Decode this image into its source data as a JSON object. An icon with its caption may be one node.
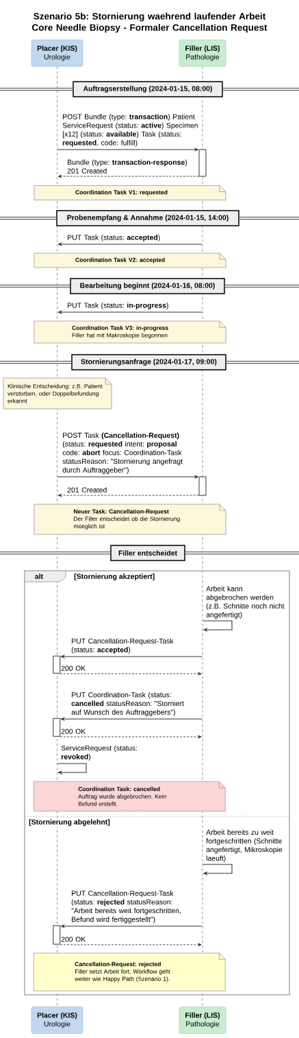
{
  "diagram": {
    "title": "Szenario 5b: Stornierung waehrend laufender Arbeit Core Needle Biopsy - Formaler Cancellation Request",
    "nodes": [
      {
        "text": [
          "Placer (KIS)",
          "Urologie"
        ]
      },
      {
        "text": [
          "Filler (LIS)",
          "Pathologie"
        ]
      },
      {
        "text": [],
        "shape": "line"
      },
      {
        "text": [],
        "shape": "line"
      },
      {
        "text": [
          "Auftragserstellung (2024-01-15, 08:00)"
        ]
      },
      {
        "text": [],
        "shape": "bar"
      },
      {
        "text": [
          "Coordination Task V1: requested"
        ]
      },
      {
        "text": [
          "Probenempfang & Annahme (2024-01-15, 14:00)"
        ]
      },
      {
        "text": [
          "Coordination Task V2: accepted"
        ]
      },
      {
        "text": [
          "Bearbeitung beginnt (2024-01-16, 08:00)"
        ]
      },
      {
        "text": [
          "Coordination Task V3: in-progress",
          "Filler hat mit Makroskopie begonnen"
        ]
      },
      {
        "text": [
          "Stornierungsanfrage (2024-01-17, 09:00)"
        ]
      },
      {
        "text": [
          "Klinische Entscheidung: z.B. Patient verstorben, oder Doppelbefundung erkannt"
        ]
      },
      {
        "text": [],
        "shape": "bar"
      },
      {
        "text": [
          "Neuer Task: Cancellation-Request",
          "Der Filler entscheidet ob die Stornierung moeglich ist"
        ]
      },
      {
        "text": [
          "Filler entscheidet"
        ]
      },
      {
        "text": [
          "alt",
          "[Stornierung akzeptiert]",
          "[Stornierung abgelehnt]"
        ]
      },
      {
        "text": [],
        "shape": "bar",
        "in": 16
      },
      {
        "text": [],
        "shape": "bar",
        "in": 16
      },
      {
        "text": [
          "Coordination Task: cancelled",
          "Auftrag wurde abgebrochen. Kein Befund erstellt."
        ],
        "in": 16
      },
      {
        "text": [],
        "shape": "bar",
        "in": 16
      },
      {
        "text": [
          "Cancellation-Request: rejected",
          "Filler setzt Arbeit fort. Workflow geht weiter wie Happy Path (Szenario 1)."
        ],
        "in": 16
      },
      {
        "text": [
          "Placer (KIS)",
          "Urologie"
        ]
      },
      {
        "text": [
          "Filler (LIS)",
          "Pathologie"
        ]
      }
    ],
    "edges": [
      {
        "from": 2,
        "to": 5,
        "arrow": "to",
        "label": "POST Bundle (type: **transaction**) Patient ServiceRequest (status: **active**) Specimen [x12] (status: **available**) Task (status: **requested**, code: fulfill)"
      },
      {
        "from": 5,
        "to": 2,
        "arrow": "to",
        "style": "dashed",
        "label": "Bundle (type: **transaction-response**) 201 Created"
      },
      {
        "from": 3,
        "to": 2,
        "arrow": "to",
        "label": "PUT Task (status: **accepted**)"
      },
      {
        "from": 3,
        "to": 2,
        "arrow": "to",
        "label": "PUT Task (status: **in-progress**)"
      },
      {
        "from": 2,
        "to": 13,
        "arrow": "to",
        "label": "POST Task **(Cancellation-Request)** (status: **requested** intent: **proposal** code: **abort** focus: Coordination-Task statusReason: \"Stornierung angefragt durch Auftraggeber\")"
      },
      {
        "from": 13,
        "to": 2,
        "arrow": "to",
        "style": "dashed",
        "label": "201 Created"
      },
      {
        "from": 3,
        "to": 3,
        "arrow": "to",
        "label": "Arbeit kann abgebrochen werden (z.B. Schnitte noch nicht angefertigt)"
      },
      {
        "from": 3,
        "to": 17,
        "arrow": "to",
        "label": "PUT Cancellation-Request-Task (status: **accepted**)"
      },
      {
        "from": 17,
        "to": 3,
        "arrow": "to",
        "style": "dashed",
        "label": "200 OK"
      },
      {
        "from": 3,
        "to": 18,
        "arrow": "to",
        "label": "PUT Coordination-Task (status: **cancelled** statusReason: \"Storniert auf Wunsch des Auftraggebers\")"
      },
      {
        "from": 18,
        "to": 3,
        "arrow": "to",
        "style": "dashed",
        "label": "200 OK"
      },
      {
        "from": 2,
        "to": 2,
        "arrow": "to",
        "label": "ServiceRequest (status: **revoked**)"
      },
      {
        "from": 3,
        "to": 3,
        "arrow": "to",
        "label": "Arbeit bereits zu weit fortgeschritten (Schnitte angefertigt, Mikroskopie laeuft)"
      },
      {
        "from": 3,
        "to": 20,
        "arrow": "to",
        "label": "PUT Cancellation-Request-Task (status: **rejected** statusReason: \"Arbeit bereits weit fortgeschritten, Befund wird fertiggestellt\")"
      },
      {
        "from": 20,
        "to": 3,
        "arrow": "to",
        "style": "dashed",
        "label": "200 OK"
      }
    ]
  }
}
